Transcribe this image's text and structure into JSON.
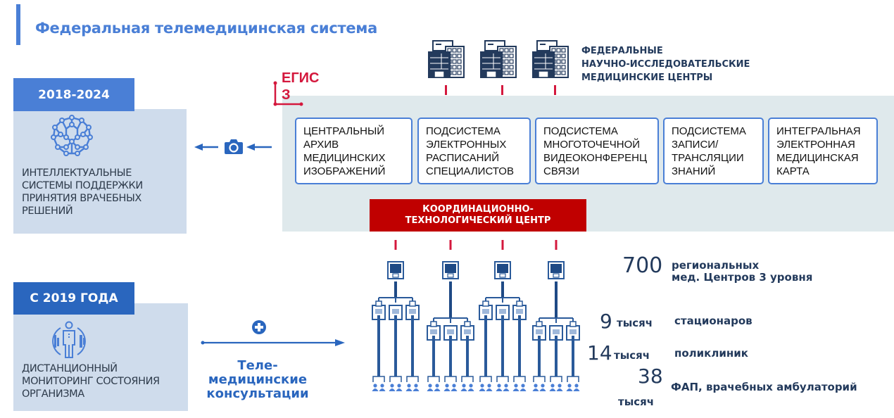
{
  "header": {
    "title": "Федеральная телемедицинская система"
  },
  "left_cards": [
    {
      "period": "2018-2024",
      "icon": "neural-network-icon",
      "text_lines": [
        "ИНТЕЛЛЕКТУАЛЬНЫЕ",
        "СИСТЕМЫ ПОДДЕРЖКИ",
        "ПРИНЯТИЯ ВРАЧЕБНЫХ",
        "РЕШЕНИЙ"
      ]
    },
    {
      "period": "С 2019 ГОДА",
      "icon": "body-monitoring-icon",
      "text_lines": [
        "ДИСТАНЦИОННЫЙ",
        "МОНИТОРИНГ СОСТОЯНИЯ",
        "ОРГАНИЗМА"
      ]
    }
  ],
  "egis": {
    "lines": [
      "ЕГИС",
      "З"
    ],
    "color": "#d4183d"
  },
  "federal_centers": {
    "icon": "federal-building-icon",
    "count_icons": 3,
    "label_lines": [
      "ФЕДЕРАЛЬНЫЕ",
      "НАУЧНО-ИССЛЕДОВАТЕЛЬСКИЕ",
      "МЕДИЦИНСКИЕ ЦЕНТРЫ"
    ]
  },
  "subsystems": [
    {
      "lines": [
        "ЦЕНТРАЛЬНЫЙ",
        "АРХИВ",
        "МЕДИЦИНСКИХ",
        "ИЗОБРАЖЕНИЙ"
      ]
    },
    {
      "lines": [
        "ПОДСИСТЕМА",
        "ЭЛЕКТРОННЫХ",
        "РАСПИСАНИЙ",
        "СПЕЦИАЛИСТОВ"
      ]
    },
    {
      "lines": [
        "ПОДСИСТЕМА",
        "МНОГОТОЧЕЧНОЙ",
        "ВИДЕОКОНФЕРЕНЦ",
        "СВЯЗИ"
      ]
    },
    {
      "lines": [
        "ПОДСИСТЕМА",
        "ЗАПИСИ/",
        "ТРАНСЛЯЦИИ",
        "ЗНАНИЙ"
      ]
    },
    {
      "lines": [
        "ИНТЕГРАЛЬНАЯ",
        "ЭЛЕКТРОННАЯ",
        "МЕДИЦИНСКАЯ",
        "КАРТА"
      ]
    }
  ],
  "coordination_center": {
    "lines": [
      "КООРДИНАЦИОННО-",
      "ТЕХНОЛОГИЧЕСКИЙ ЦЕНТР"
    ],
    "color": "#c00000"
  },
  "teleconsult": {
    "icon": "plus-circle-icon",
    "lines": [
      "Теле-",
      "медицинские",
      "консультации"
    ]
  },
  "camera": {
    "icon": "camera-icon"
  },
  "stats": [
    {
      "number": "700",
      "unit": "",
      "label_lines": [
        "региональных",
        "мед. Центров 3 уровня"
      ]
    },
    {
      "number": "9",
      "unit": "тысяч",
      "label_lines": [
        "стационаров"
      ]
    },
    {
      "number": "14",
      "unit": "тысяч",
      "label_lines": [
        "поликлиник"
      ]
    },
    {
      "number": "38",
      "unit": "тысяч",
      "label_lines": [
        "ФАП,  врачебных амбулаторий"
      ]
    }
  ],
  "colors": {
    "primary_blue": "#4a7fd6",
    "dark_blue": "#2a66be",
    "navy": "#233a5c",
    "red": "#d4183d",
    "panel": "#dfe9ec",
    "card": "#cfdcec"
  }
}
